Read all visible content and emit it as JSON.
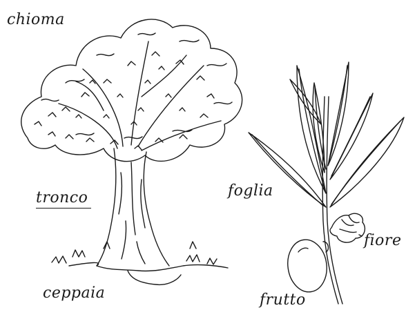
{
  "labels": {
    "chioma": "chioma",
    "tronco": "tronco",
    "foglia": "foglia",
    "fiore": "fiore",
    "ceppaia": "ceppaia",
    "frutto": "frutto"
  },
  "colors": {
    "ink": "#1a1a1a",
    "background": "#ffffff"
  }
}
